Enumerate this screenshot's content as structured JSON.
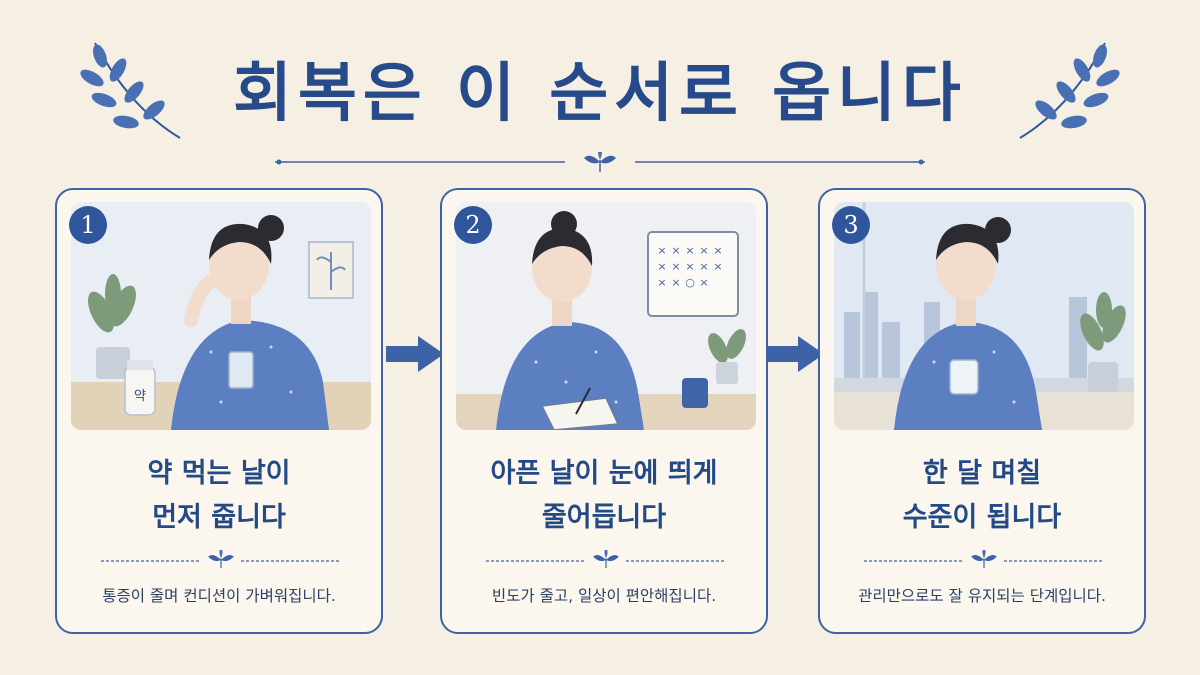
{
  "title": "회복은 이 순서로 옵니다",
  "colors": {
    "primary": "#2f569a",
    "background": "#f6efe4"
  },
  "steps": [
    {
      "number": "1",
      "line1": "약 먹는 날이",
      "line2": "먼저 줍니다",
      "sub": "통증이 줄며 컨디션이 가벼워집니다.",
      "bottle_label": "약",
      "icon": "woman-taking-pill-illustration"
    },
    {
      "number": "2",
      "line1": "아픈 날이 눈에 띄게",
      "line2": "줄어듭니다",
      "sub": "빈도가 줄고, 일상이 편안해집니다.",
      "icon": "woman-writing-calendar-illustration"
    },
    {
      "number": "3",
      "line1": "한 달 며칠",
      "line2": "수준이 됩니다",
      "sub": "관리만으로도 잘 유지되는 단계입니다.",
      "icon": "woman-window-cup-illustration"
    }
  ]
}
